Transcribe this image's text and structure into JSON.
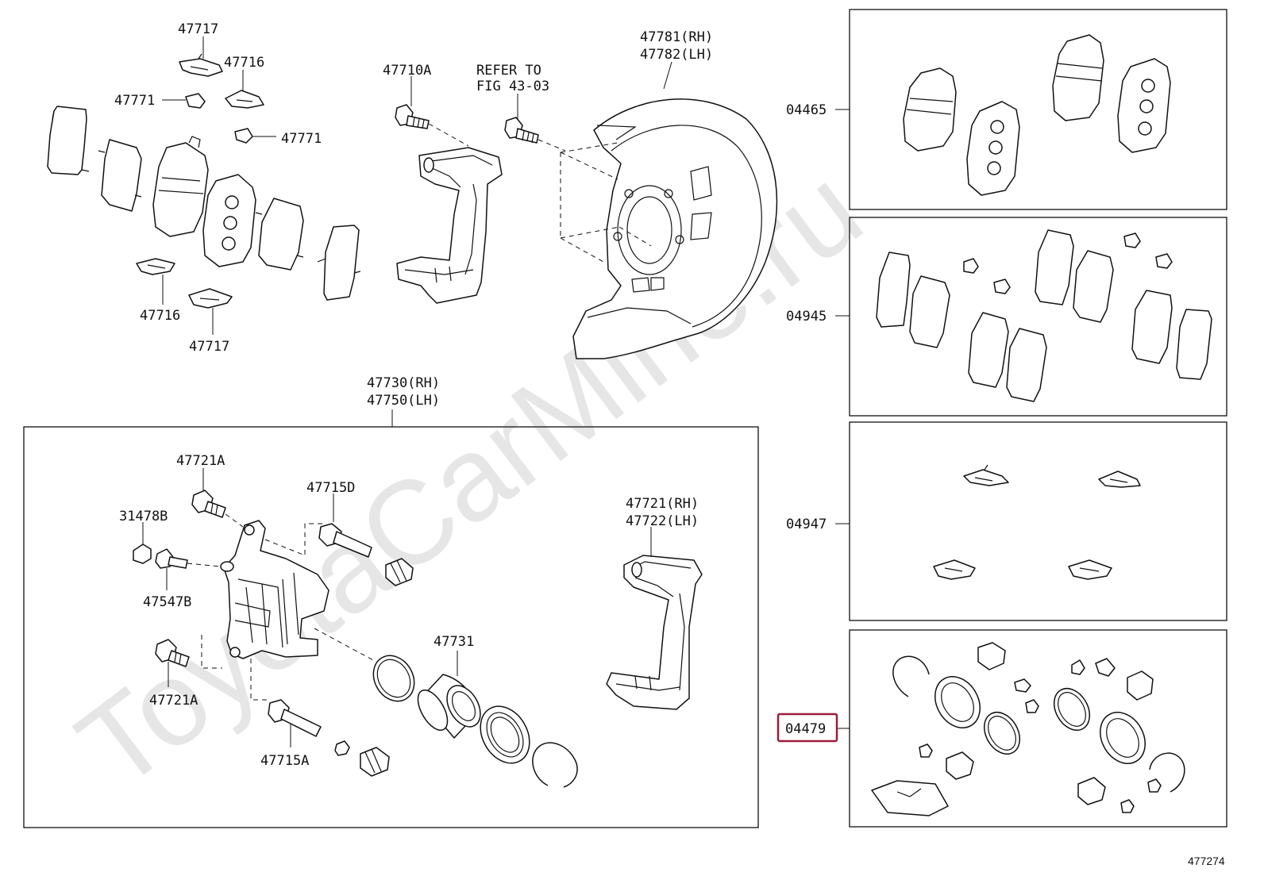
{
  "watermark": "ToyotaCarMine.ru",
  "figure_number": "477274",
  "highlight_color": "#9b1d3c",
  "top_labels": {
    "clip_47717_top": "47717",
    "clip_47716_top": "47716",
    "shim_47771_left": "47771",
    "shim_47771_right": "47771",
    "clip_47716_bottom": "47716",
    "clip_47717_bottom": "47717",
    "bolt_47710a": "47710A",
    "refer_line1": "REFER TO",
    "refer_line2": "FIG 43-03",
    "cover_rh": "47781(RH)",
    "cover_lh": "47782(LH)"
  },
  "caliper_assembly": {
    "label_rh": "47730(RH)",
    "label_lh": "47750(LH)",
    "parts": {
      "bolt_47721a_top": "47721A",
      "cap_31478b": "31478B",
      "plug_47547b": "47547B",
      "bolt_47721a_bottom": "47721A",
      "pin_47715d": "47715D",
      "pin_47715a": "47715A",
      "piston_47731": "47731",
      "mount_rh": "47721(RH)",
      "mount_lh": "47722(LH)"
    }
  },
  "kits": [
    {
      "code": "04465",
      "highlighted": false
    },
    {
      "code": "04945",
      "highlighted": false
    },
    {
      "code": "04947",
      "highlighted": false
    },
    {
      "code": "04479",
      "highlighted": true
    }
  ]
}
